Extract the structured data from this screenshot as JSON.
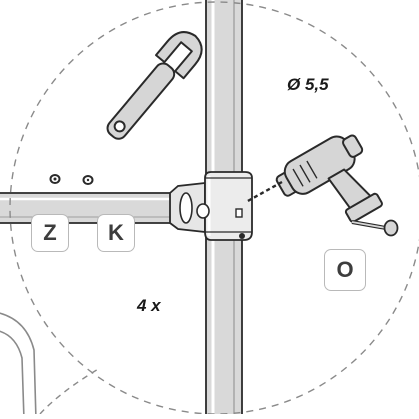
{
  "drill_size": "Ø 5,5",
  "quantity": "4 x",
  "part_labels": {
    "z": "Z",
    "k": "K",
    "o": "O"
  },
  "icons": [
    "wrench-icon",
    "drill-icon",
    "bolt-icon",
    "pin-icon"
  ],
  "colors": {
    "outline": "#2a2a2a",
    "part_fill": "#d6d6d6",
    "circle_dash": "#8a8a8a"
  }
}
